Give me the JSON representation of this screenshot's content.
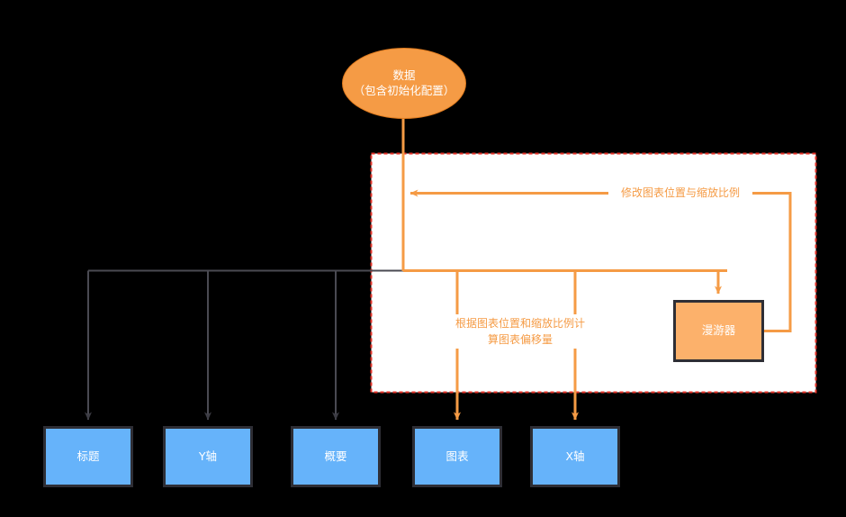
{
  "diagram": {
    "title_node": {
      "name": "data-source",
      "label": "数据\n（包含初始化配置）",
      "shape": "ellipse",
      "fill": "#F59B45",
      "text_color": "#FFFFFF"
    },
    "container": {
      "name": "dashed-group",
      "border_color": "#E8342A",
      "border_style": "dashed",
      "fill": "#FFFFFF"
    },
    "process_node": {
      "name": "roamer",
      "label": "漫游器",
      "shape": "rect",
      "fill": "#FCB16B",
      "border_color": "#2E2E35",
      "text_color": "#FFFFFF"
    },
    "leaf_nodes": [
      {
        "name": "title",
        "label": "标题",
        "fill": "#66B3FA",
        "arrow_color": "#3C3C44"
      },
      {
        "name": "y-axis",
        "label": "Y轴",
        "fill": "#66B3FA",
        "arrow_color": "#3C3C44"
      },
      {
        "name": "summary",
        "label": "概要",
        "fill": "#66B3FA",
        "arrow_color": "#3C3C44"
      },
      {
        "name": "chart",
        "label": "图表",
        "fill": "#66B3FA",
        "arrow_color": "#F59B45"
      },
      {
        "name": "x-axis",
        "label": "X轴",
        "fill": "#66B3FA",
        "arrow_color": "#F59B45"
      }
    ],
    "edge_labels": [
      {
        "name": "modify-chart-position-scale",
        "text": "修改图表位置与缩放比例",
        "color": "#F59B45"
      },
      {
        "name": "compute-chart-offset",
        "text": "根据图表位置和缩放比例计\n算图表偏移量",
        "color": "#F59B45"
      }
    ],
    "colors": {
      "background": "#000000",
      "orange": "#F59B45",
      "orange_light": "#FCB16B",
      "blue": "#66B3FA",
      "dark_border": "#2E2E35",
      "gray_edge": "#4A4A52",
      "dashed_red": "#E8342A",
      "white": "#FFFFFF"
    }
  }
}
